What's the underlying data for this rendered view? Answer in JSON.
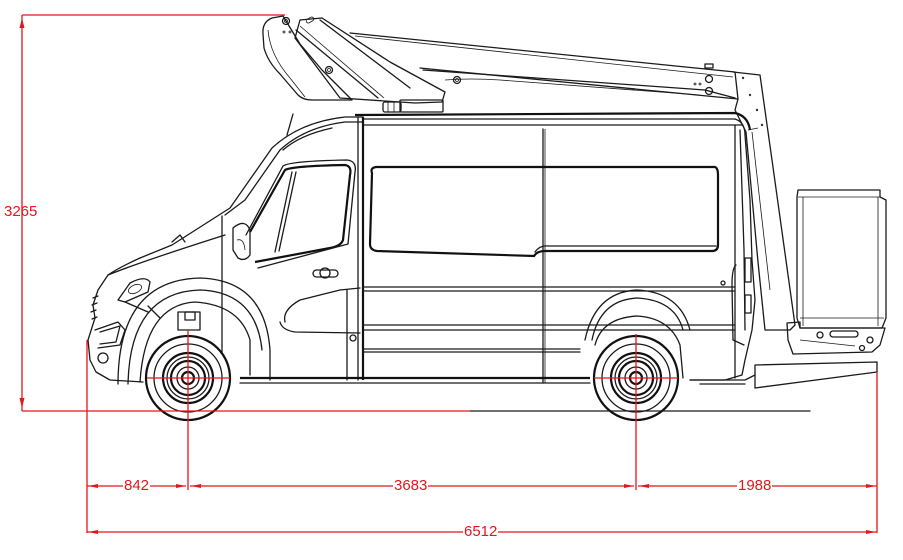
{
  "title": "Van-mounted aerial work platform — side elevation dimension drawing",
  "units": "mm",
  "colors": {
    "dimension": "#e3161b",
    "linework": "#1a1a1a",
    "background": "#ffffff"
  },
  "dimensions": {
    "overall_height": {
      "label": "3265",
      "orientation": "vertical"
    },
    "front_overhang": {
      "label": "842",
      "orientation": "horizontal"
    },
    "wheelbase": {
      "label": "3683",
      "orientation": "horizontal"
    },
    "rear_overhang": {
      "label": "1988",
      "orientation": "horizontal"
    },
    "overall_length": {
      "label": "6512",
      "orientation": "horizontal"
    }
  },
  "components": {
    "vehicle": "panel-van",
    "boom": "articulated-boom",
    "platform": "work-basket",
    "wheels": [
      "front-wheel",
      "rear-wheel"
    ]
  }
}
